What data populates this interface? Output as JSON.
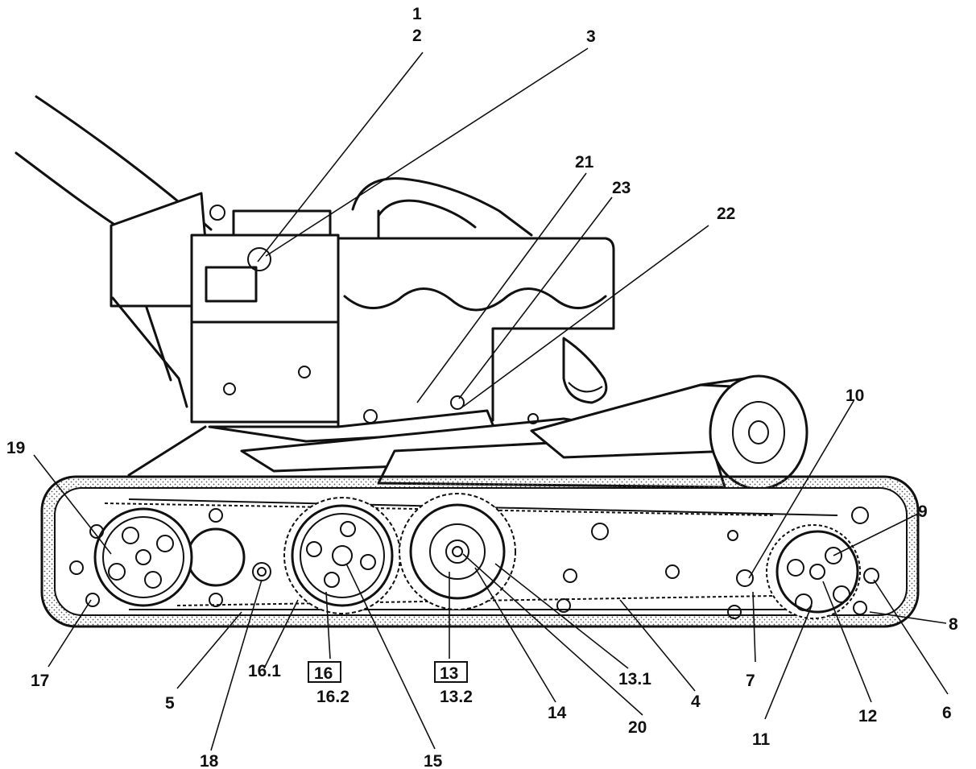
{
  "callouts": {
    "c1": "1",
    "c2": "2",
    "c3": "3",
    "c4": "4",
    "c5": "5",
    "c6": "6",
    "c7": "7",
    "c8": "8",
    "c9": "9",
    "c10": "10",
    "c11": "11",
    "c12": "12",
    "c13": "13",
    "c13_1": "13.1",
    "c13_2": "13.2",
    "c14": "14",
    "c15": "15",
    "c16": "16",
    "c16_1": "16.1",
    "c16_2": "16.2",
    "c17": "17",
    "c18": "18",
    "c19": "19",
    "c20": "20",
    "c21": "21",
    "c22": "22",
    "c23": "23"
  }
}
